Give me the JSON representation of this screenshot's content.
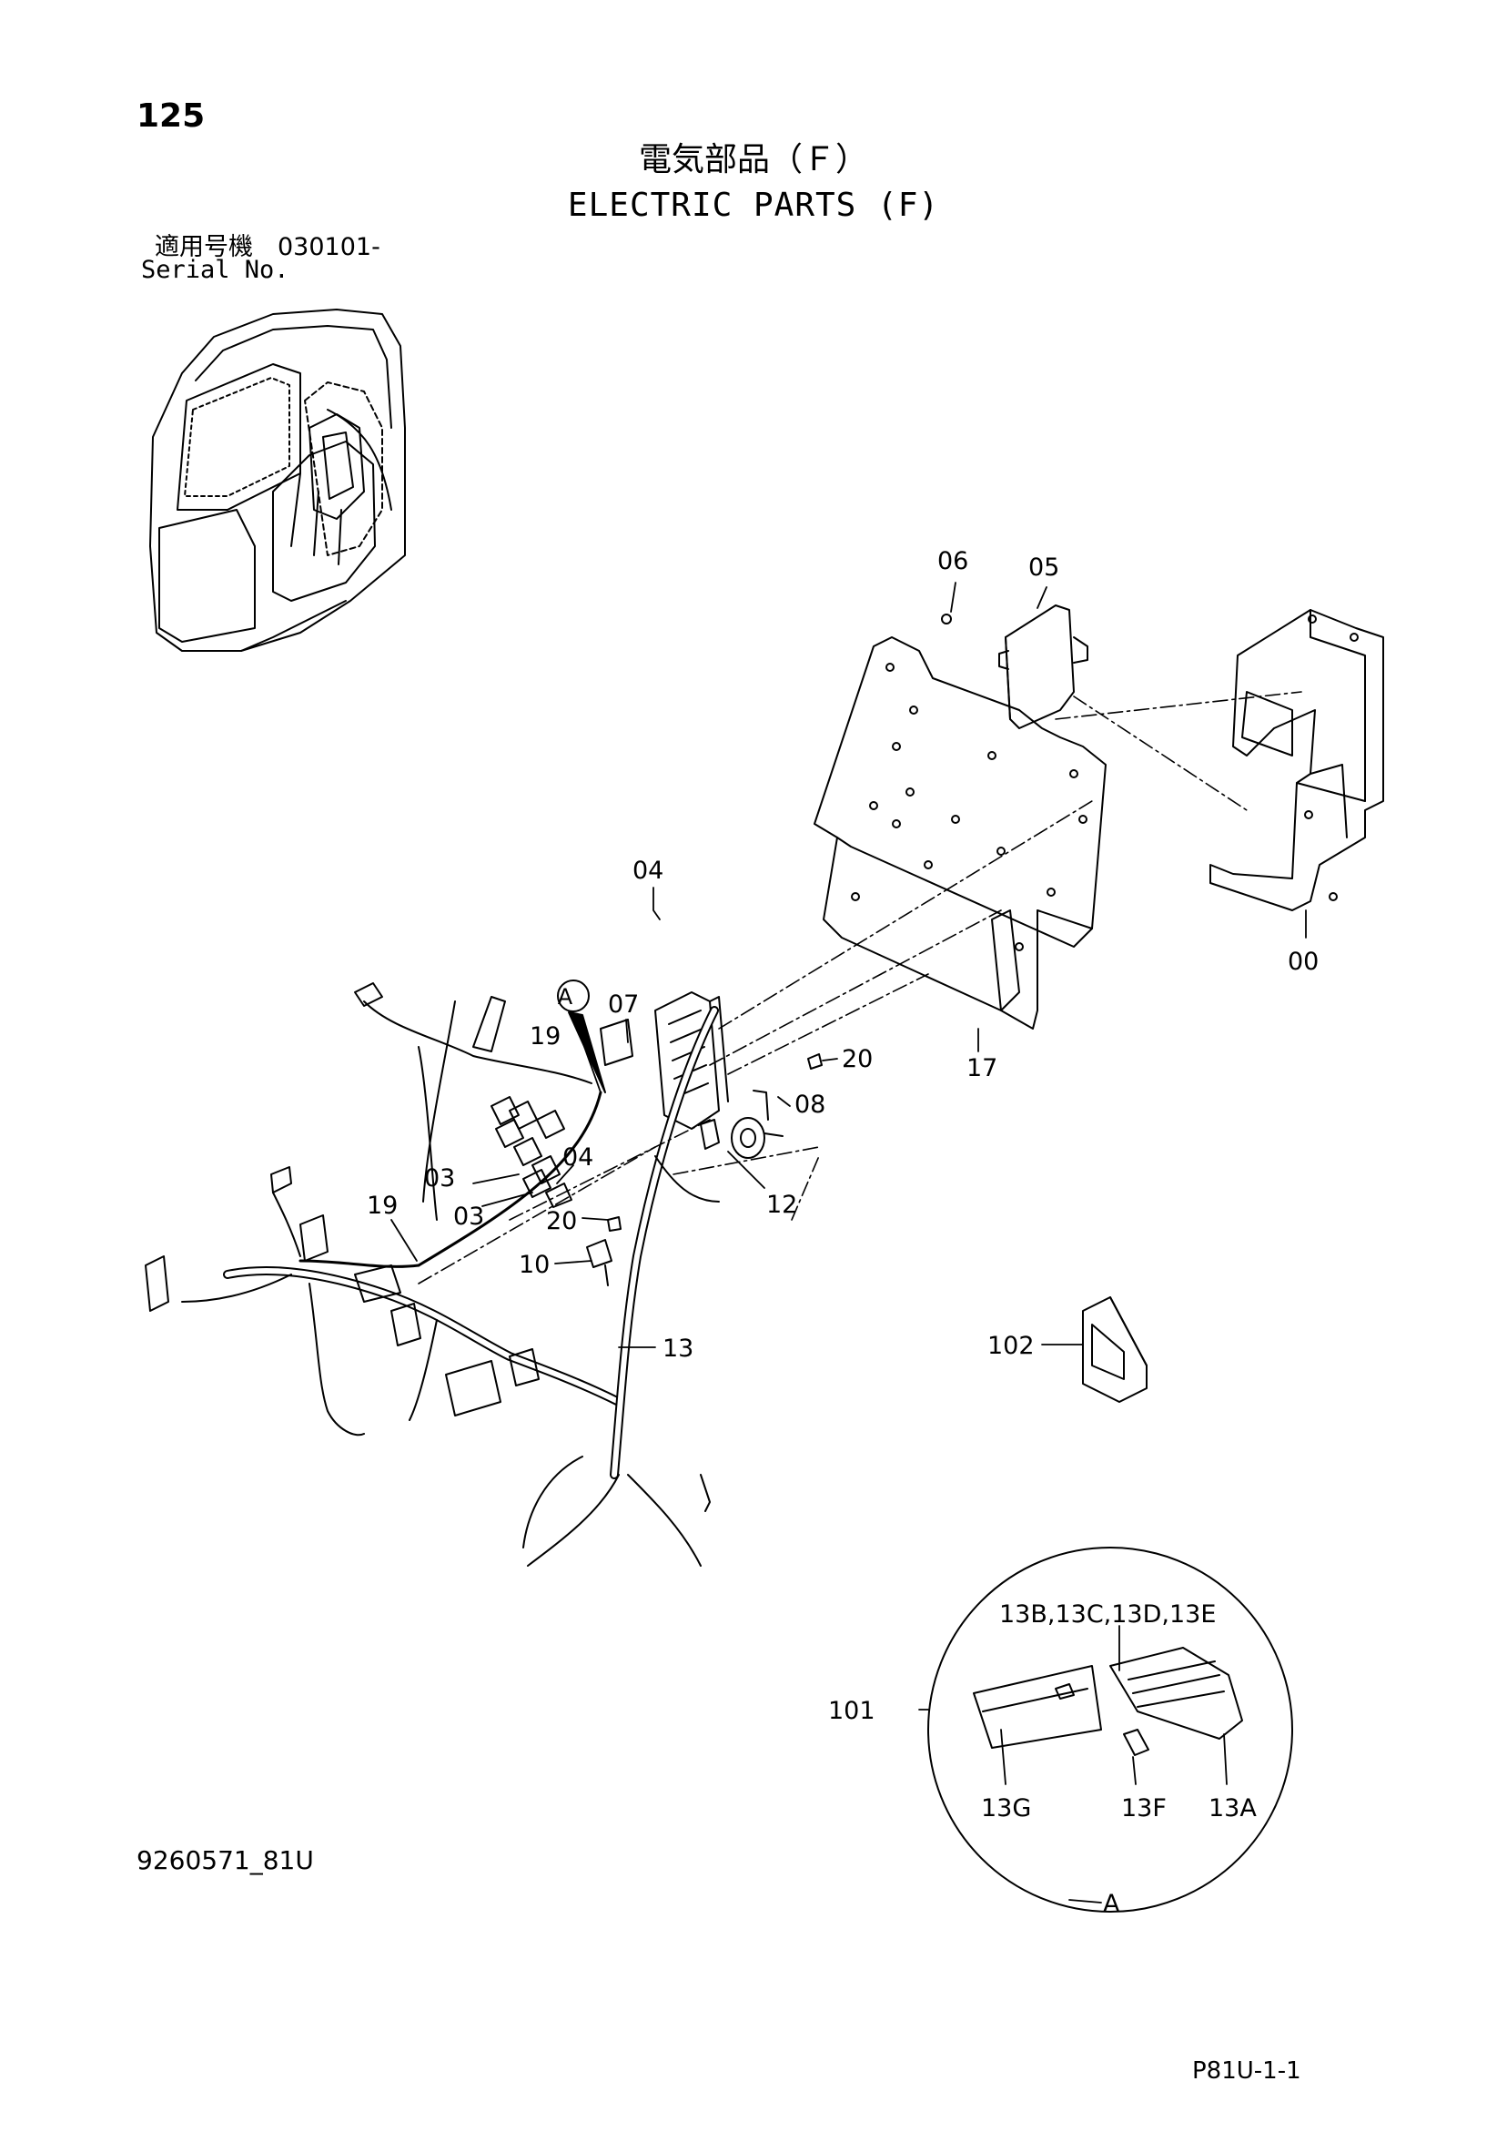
{
  "header": {
    "page_number": "125",
    "title_jp": "電気部品（Ｆ）",
    "title_en": "ELECTRIC PARTS (F)",
    "serial_label_jp": "適用号機　030101-",
    "serial_label_en": "Serial No."
  },
  "callouts": {
    "c00": "00",
    "c03a": "03",
    "c03b": "03",
    "c04a": "04",
    "c04b": "04",
    "c05": "05",
    "c06": "06",
    "c07": "07",
    "c08": "08",
    "c10": "10",
    "c12": "12",
    "c13": "13",
    "c17": "17",
    "c19a": "19",
    "c19b": "19",
    "c20a": "20",
    "c20b": "20",
    "c101": "101",
    "c102": "102",
    "c13a": "13A",
    "c13bcde": "13B,13C,13D,13E",
    "c13f": "13F",
    "c13g": "13G",
    "detail_marker": "A",
    "detail_label": "A"
  },
  "footer": {
    "doc_code": "9260571_81U",
    "page_code": "P81U-1-1"
  }
}
